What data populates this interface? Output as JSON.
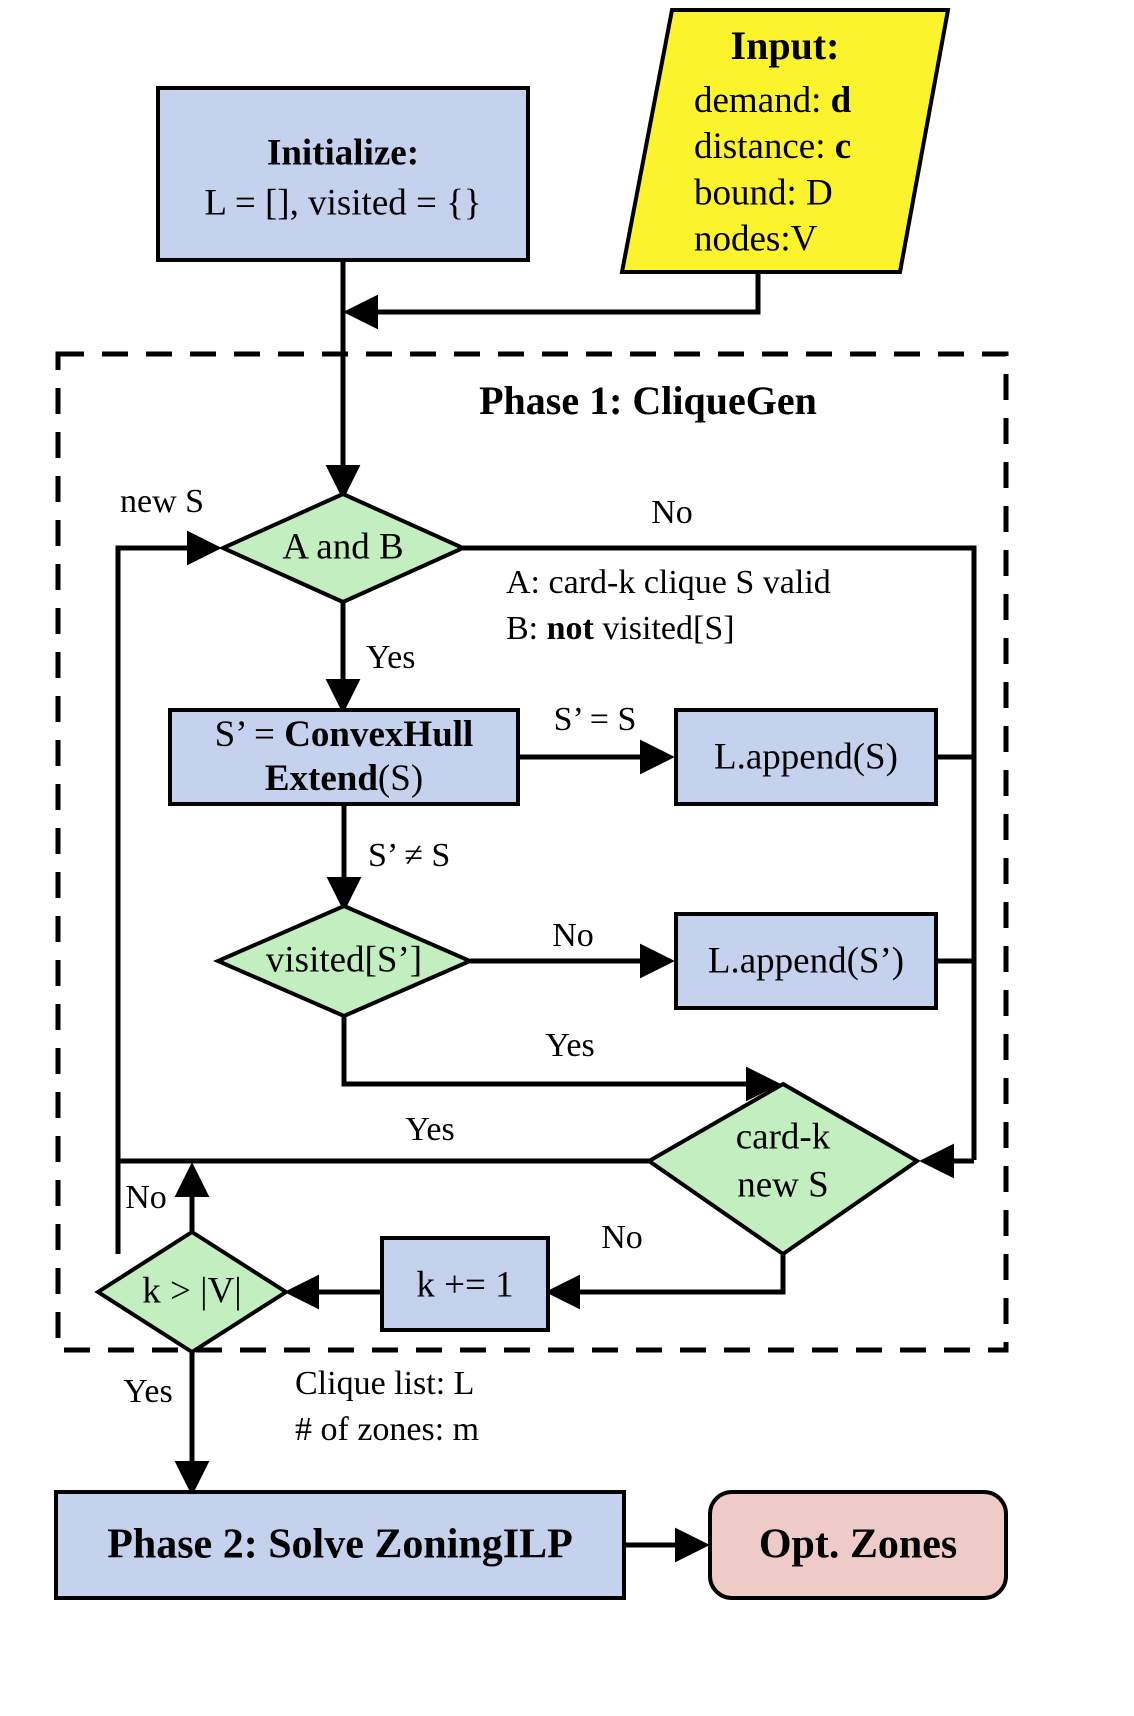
{
  "diagram": {
    "title_phase1": "Phase 1: CliqueGen",
    "colors": {
      "process_fill": "#c5d2ee",
      "decision_fill": "#c3efc0",
      "input_fill": "#fbf32c",
      "terminal_fill": "#efcbc8",
      "stroke": "#000000",
      "background": "#ffffff"
    },
    "nodes": {
      "initialize": {
        "line1": "Initialize:",
        "line2": "L = [], visited = {}"
      },
      "input": {
        "line1": "Input:",
        "line2a": "demand: ",
        "line2b": "d",
        "line3a": "distance: ",
        "line3b": "c",
        "line4": "bound: D",
        "line5": "nodes:V"
      },
      "decision_a_and_b": "A and B",
      "convexhull": {
        "line1a": "S’ = ",
        "line1b": "ConvexHull",
        "line2a": "Extend",
        "line2b": "(S)"
      },
      "l_append_s": "L.append(S)",
      "decision_visited": "visited[S’]",
      "l_append_sp": "L.append(S’)",
      "decision_cardk_new_s": {
        "line1": "card-k",
        "line2": "new S"
      },
      "k_increment": "k += 1",
      "decision_k_gt_v": "k > |V|",
      "phase2": "Phase 2: Solve ZoningILP",
      "opt_zones": "Opt. Zones"
    },
    "legend": {
      "a_line": "A: card-k clique S valid",
      "b_prefix": "B: ",
      "b_bold": "not",
      "b_suffix": " visited[S]"
    },
    "output_note": {
      "line1": "Clique list: L",
      "line2": "# of zones: m"
    },
    "edge_labels": {
      "new_s": "new S",
      "no_top": "No",
      "yes_to_hull": "Yes",
      "sprime_eq_s": "S’ = S",
      "sprime_neq_s": "S’ ≠ S",
      "no_visited": "No",
      "yes_visited": "Yes",
      "yes_cardk": "Yes",
      "no_cardk": "No",
      "no_kgtv": "No",
      "yes_kgtv": "Yes"
    }
  }
}
